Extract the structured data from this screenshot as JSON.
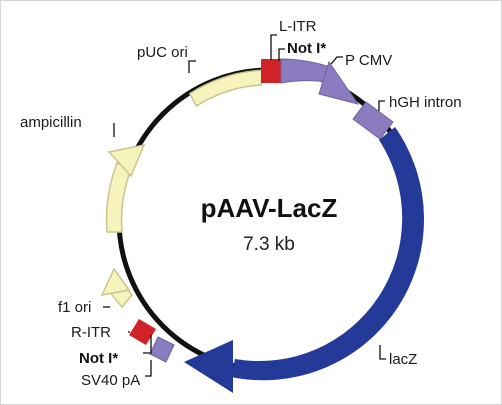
{
  "plasmid": {
    "name": "pAAV-LacZ",
    "size": "7.3 kb"
  },
  "features": {
    "l_itr": "L-ITR",
    "not_i_top": "Not I*",
    "p_cmv": "P CMV",
    "hgh_intron": "hGH intron",
    "lacz": "lacZ",
    "sv40_pa": "SV40 pA",
    "not_i_bottom": "Not I*",
    "r_itr": "R-ITR",
    "f1_ori": "f1 ori",
    "ampicillin": "ampicillin",
    "puc_ori": "pUC ori"
  },
  "colors": {
    "backbone": "#111111",
    "itr": "#d12228",
    "promoter": "#8b7bbf",
    "element": "#8b7bbf",
    "gene": "#243a98",
    "backbone_feature": "#f6f3bd",
    "backbone_feature_stroke": "#c9c58f"
  }
}
